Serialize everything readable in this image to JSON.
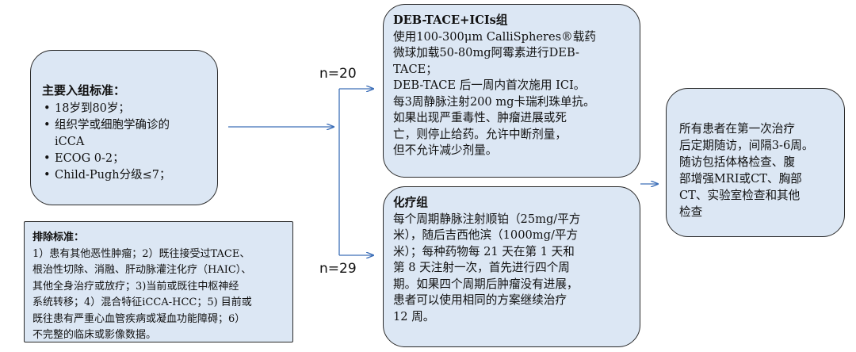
{
  "inclusion": {
    "title": "主要入组标准：",
    "items": [
      "18岁到80岁；",
      "组织学或细胞学确诊的\niCCA",
      "ECOG 0-2；",
      "Child-Pugh分级≤7；"
    ]
  },
  "exclusion": {
    "title": "排除标准：",
    "text": "1）患有其他恶性肿瘤；2）既往接受过TACE、\n根治性切除、消融、肝动脉灌注化疗（HAIC）、\n其他全身治疗或放疗；3)当前或既往中枢神经\n系统转移；4）混合特征iCCA-HCC；5) 目前或\n既往患有严重心血管疾病或凝血功能障碍；6）\n不完整的临床或影像数据。"
  },
  "deb_tace": {
    "title": "DEB-TACE+ICIs组",
    "text": "使用100-300μm CalliSpheres®载药\n微球加载50-80mg阿霉素进行DEB-\nTACE；\nDEB-TACE 后一周内首次施用 ICI。\n每3周静脉注射200 mg卡瑞利珠单抗。\n如果出现严重毒性、肿瘤进展或死\n亡，则停止给药。允许中断剂量，\n但不允许减少剂量。"
  },
  "chemo": {
    "title": "化疗组",
    "text": "每个周期静脉注射顺铂（25mg/平方\n米），随后吉西他滨（1000mg/平方\n米）；每种药物每 21 天在第 1 天和\n第 8 天注射一次，首先进行四个周\n期。如果四个周期后肿瘤没有进展，\n患者可以使用相同的方案继续治疗\n12 周。"
  },
  "followup": {
    "text": "所有患者在第一次治疗\n后定期随访，间隔3-6周。\n随访包括体格检查、腹\n部增强MRI或CT、胸部\nCT、实验室检查和其他\n检查"
  },
  "labels": {
    "n_deb": "n=20",
    "n_chemo": "n=29"
  },
  "colors": {
    "box_fill": "#dce7f4",
    "box_border": "#2a2a2a",
    "arrow": "#3d6fb8"
  }
}
